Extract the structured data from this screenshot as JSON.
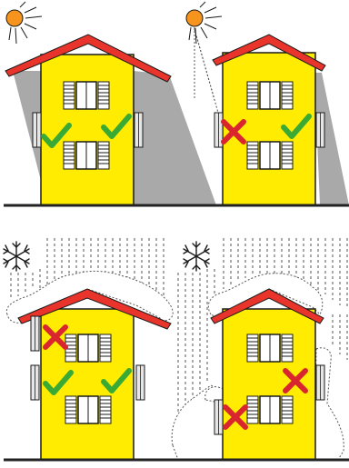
{
  "colors": {
    "wall": "#ffec00",
    "roof": "#e8342a",
    "sun": "#f7941d",
    "check": "#3aaa35",
    "cross": "#d9262e",
    "shadow": "#a9a9a9",
    "ground": "#222222",
    "outline": "#1a1a1a",
    "snow_line": "#555555"
  },
  "icons": {
    "sun": "sun-icon",
    "snowflake": "snowflake-icon",
    "ok": "check-mark-icon",
    "bad": "cross-mark-icon"
  },
  "panels": [
    {
      "id": "sun-left",
      "condition": "sun",
      "verdicts": [
        "ok",
        "ok"
      ]
    },
    {
      "id": "sun-right",
      "condition": "sun",
      "verdicts": [
        "bad",
        "ok"
      ]
    },
    {
      "id": "snow-left",
      "condition": "snow",
      "verdicts": [
        "bad",
        "ok",
        "ok"
      ]
    },
    {
      "id": "snow-right",
      "condition": "snow",
      "verdicts": [
        "bad",
        "bad"
      ]
    }
  ]
}
